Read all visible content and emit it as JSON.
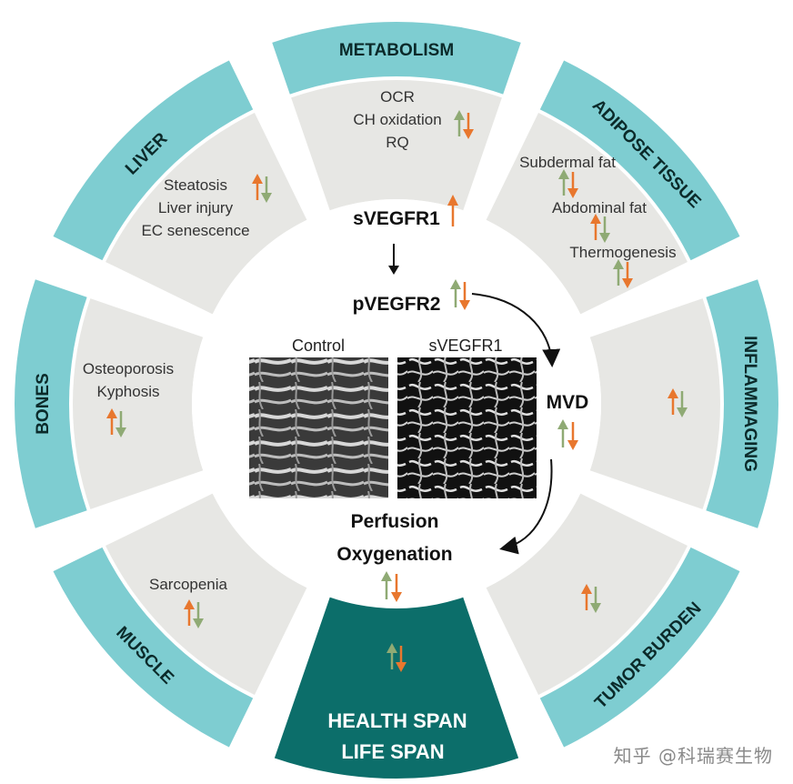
{
  "colors": {
    "teal_band": "#7ecdd1",
    "teal_dark": "#0c6e6a",
    "segment_fill": "#e7e7e4",
    "up_arrow": "#e8772e",
    "down_arrow": "#8faa74",
    "inner_fill": "#ffffff"
  },
  "segments": {
    "metabolism": {
      "title": "METABOLISM",
      "items": [
        "OCR",
        "CH oxidation",
        "RQ"
      ]
    },
    "adipose": {
      "title": "ADIPOSE TISSUE",
      "items": [
        "Subdermal fat",
        "Abdominal fat",
        "Thermogenesis"
      ]
    },
    "inflammaging": {
      "title": "INFLAMMAGING"
    },
    "tumor": {
      "title": "TUMOR BURDEN"
    },
    "healthspan": {
      "title_line1": "HEALTH SPAN",
      "title_line2": "LIFE SPAN"
    },
    "muscle": {
      "title": "MUSCLE",
      "items": [
        "Sarcopenia"
      ]
    },
    "bones": {
      "title": "BONES",
      "items": [
        "Osteoporosis",
        "Kyphosis"
      ]
    },
    "liver": {
      "title": "LIVER",
      "items": [
        "Steatosis",
        "Liver injury",
        "EC senescence"
      ]
    }
  },
  "center": {
    "svegfr1": "sVEGFR1",
    "pvegfr2": "pVEGFR2",
    "mvd": "MVD",
    "perfusion": "Perfusion",
    "oxygenation": "Oxygenation",
    "image_left_label": "Control",
    "image_right_label": "sVEGFR1"
  },
  "watermark": "知乎 @科瑞赛生物"
}
